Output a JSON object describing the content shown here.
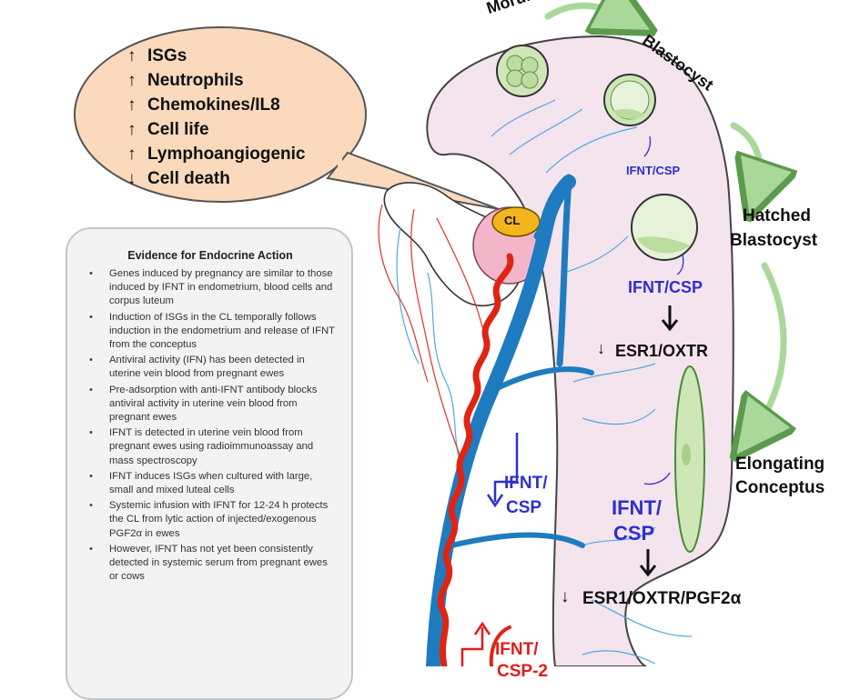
{
  "speech_bubble": {
    "items": [
      {
        "arrow": "up",
        "text": "ISGs"
      },
      {
        "arrow": "up",
        "text": "Neutrophils"
      },
      {
        "arrow": "up",
        "text": "Chemokines/IL8"
      },
      {
        "arrow": "up",
        "text": "Cell life"
      },
      {
        "arrow": "up",
        "text": "Lymphoangiogenic"
      },
      {
        "arrow": "down",
        "text": "Cell death"
      }
    ],
    "arrow_up_glyph": "↑",
    "arrow_down_glyph": "↓"
  },
  "evidence": {
    "title": "Evidence for Endocrine Action",
    "items": [
      "Genes induced by pregnancy are similar to those induced by IFNT in endometrium, blood cells and corpus luteum",
      "Induction of ISGs in the CL temporally follows induction in the endometrium and release of IFNT from the conceptus",
      "Antiviral activity (IFN) has been detected in uterine vein blood from pregnant ewes",
      "Pre-adsorption with anti-IFNT antibody blocks antiviral activity in uterine vein blood from pregnant ewes",
      "IFNT is detected in uterine vein blood from pregnant ewes using radioimmunoassay and mass spectroscopy",
      "IFNT induces ISGs when cultured with large, small and mixed luteal cells",
      "Systemic infusion with IFNT for 12-24 h protects the CL from lytic action of injected/exogenous PGF2α in ewes",
      "However, IFNT has not yet been consistently detected in systemic serum from pregnant ewes or cows"
    ]
  },
  "labels": {
    "cl": "CL",
    "morula": "Morula",
    "blastocyst": "Blastocyst",
    "hatched_1": "Hatched",
    "hatched_2": "Blastocyst",
    "elongating_1": "Elongating",
    "elongating_2": "Conceptus",
    "ifnt_csp_small": "IFNT/CSP",
    "ifnt_csp_mid": "IFNT/CSP",
    "esr1_oxtr": "ESR1/OXTR",
    "ifnt_csp_large_1": "IFNT/",
    "ifnt_csp_large_2": "CSP",
    "esr1_oxtr_pgf": "ESR1/OXTR/PGF2α",
    "vein_ifnt_1": "IFNT/",
    "vein_ifnt_2": "CSP",
    "artery_ifnt_1": "IFNT/",
    "artery_ifnt_2": "CSP-2",
    "down_glyph": "↓"
  },
  "colors": {
    "uterus_fill": "#f4e4ee",
    "bubble_fill": "#fad9bd",
    "vein": "#1f7bbf",
    "artery": "#e02413",
    "capillary_blue": "#52a8dc",
    "capillary_red": "#e03030",
    "embryo_green": "#cfe7b7",
    "cl_yellow": "#f2b51b",
    "label_blue": "#2e2fcf",
    "label_red": "#e31b1b"
  }
}
